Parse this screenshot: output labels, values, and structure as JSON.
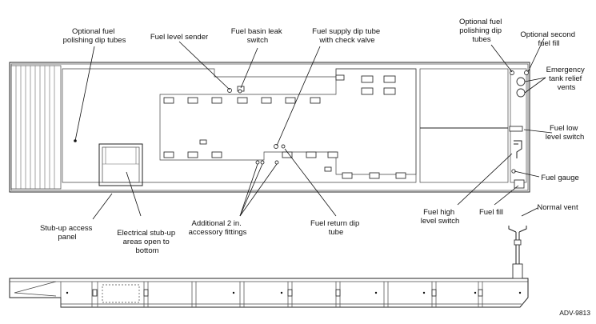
{
  "figure_id": "ADV-9813",
  "callouts": {
    "optional_polishing_left": [
      "Optional fuel",
      "polishing dip tubes"
    ],
    "fuel_level_sender": [
      "Fuel level sender"
    ],
    "fuel_basin_leak_switch": [
      "Fuel basin leak",
      "switch"
    ],
    "fuel_supply_dip_tube": [
      "Fuel supply dip tube",
      "with check valve"
    ],
    "optional_polishing_right": [
      "Optional fuel",
      "polishing dip",
      "tubes"
    ],
    "optional_second_fill": [
      "Optional second",
      "fuel fill"
    ],
    "emergency_relief_vents": [
      "Emergency",
      "tank relief",
      "vents"
    ],
    "fuel_low_level_switch": [
      "Fuel low",
      "level switch"
    ],
    "fuel_gauge": [
      "Fuel gauge"
    ],
    "fuel_fill": [
      "Fuel fill"
    ],
    "fuel_high_level_switch": [
      "Fuel high",
      "level switch"
    ],
    "normal_vent": [
      "Normal vent"
    ],
    "fuel_return_dip_tube": [
      "Fuel return dip",
      "tube"
    ],
    "additional_fittings": [
      "Additional 2 in.",
      "accessory fittings"
    ],
    "electrical_stub_up": [
      "Electrical stub-up",
      "areas open to",
      "bottom"
    ],
    "stub_up_access_panel": [
      "Stub-up access",
      "panel"
    ]
  }
}
